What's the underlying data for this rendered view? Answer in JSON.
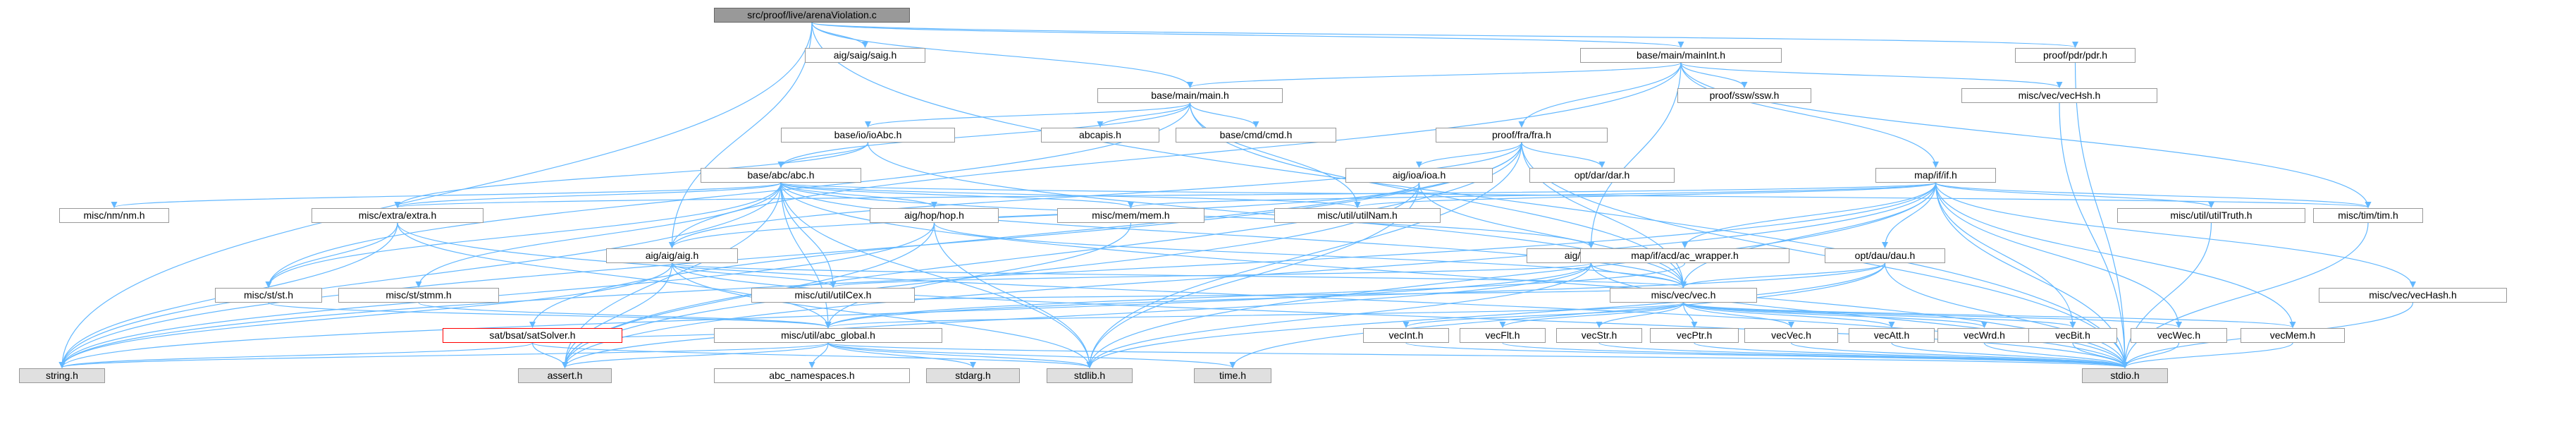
{
  "nodes": {
    "root": "src/proof/live/arenaViolation.c",
    "aig_saig": "aig/saig/saig.h",
    "base_mainInt": "base/main/mainInt.h",
    "proof_pdr": "proof/pdr/pdr.h",
    "base_main": "base/main/main.h",
    "proof_ssw": "proof/ssw/ssw.h",
    "misc_vecHsh": "misc/vec/vecHsh.h",
    "proof_fra": "proof/fra/fra.h",
    "base_ioAbc": "base/io/ioAbc.h",
    "abcapis": "abcapis.h",
    "base_cmd": "base/cmd/cmd.h",
    "aig_ioa": "aig/ioa/ioa.h",
    "opt_dar": "opt/dar/dar.h",
    "base_abc": "base/abc/abc.h",
    "map_if": "map/if/if.h",
    "misc_nm": "misc/nm/nm.h",
    "misc_extra": "misc/extra/extra.h",
    "aig_hop": "aig/hop/hop.h",
    "misc_mem": "misc/mem/mem.h",
    "aig_aig": "aig/aig/aig.h",
    "aig_gia": "aig/gia/gia.h",
    "misc_utilNam": "misc/util/utilNam.h",
    "map_acd": "map/if/acd/ac_wrapper.h",
    "opt_dau": "opt/dau/dau.h",
    "misc_utilTruth": "misc/util/utilTruth.h",
    "misc_tim": "misc/tim/tim.h",
    "misc_vecHash": "misc/vec/vecHash.h",
    "misc_st": "misc/st/st.h",
    "misc_stmm": "misc/st/stmm.h",
    "misc_utilCex": "misc/util/utilCex.h",
    "misc_vec": "misc/vec/vec.h",
    "sat_satSolver": "sat/bsat/satSolver.h",
    "misc_abc_global": "misc/util/abc_global.h",
    "vecInt": "vecInt.h",
    "vecFlt": "vecFlt.h",
    "vecStr": "vecStr.h",
    "vecPtr": "vecPtr.h",
    "vecVec": "vecVec.h",
    "vecAtt": "vecAtt.h",
    "vecWrd": "vecWrd.h",
    "vecBit": "vecBit.h",
    "vecWec": "vecWec.h",
    "vecMem": "vecMem.h",
    "string_h": "string.h",
    "assert_h": "assert.h",
    "abc_namespaces": "abc_namespaces.h",
    "stdarg_h": "stdarg.h",
    "stdlib_h": "stdlib.h",
    "time_h": "time.h",
    "stdio_h": "stdio.h"
  },
  "colors": {
    "edge": "#63b8ff",
    "root_fill": "#999999",
    "system_fill": "#e0e0e0",
    "node_border": "#999999",
    "highlight_border": "#ff0000"
  }
}
